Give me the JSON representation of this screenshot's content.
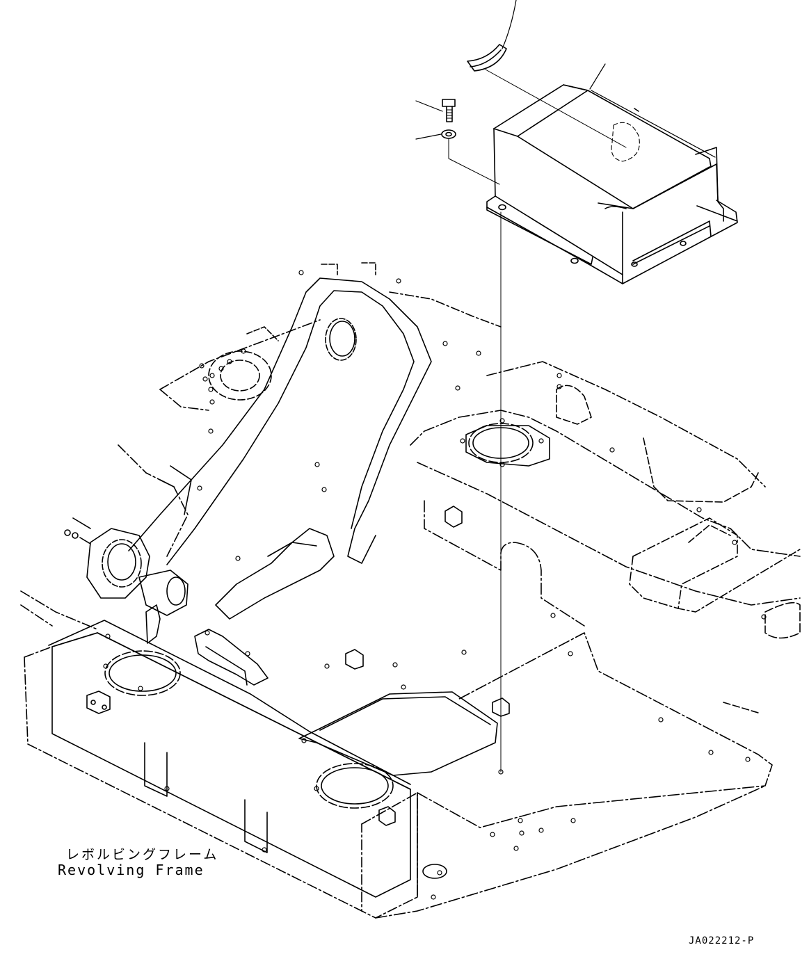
{
  "frame_label": {
    "japanese": "レボルビングフレーム",
    "english": "Revolving Frame"
  },
  "drawing_code": "JA022212-P",
  "line_color": "#000000",
  "background_color": "#ffffff"
}
